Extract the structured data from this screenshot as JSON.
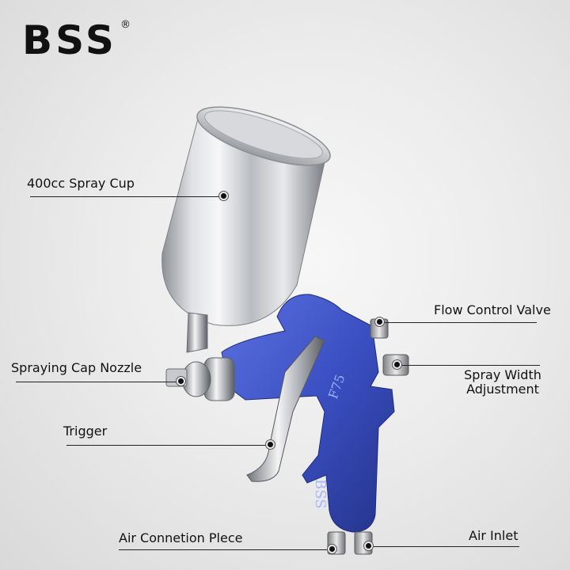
{
  "brand": {
    "name": "BSS",
    "registered": "®"
  },
  "product": {
    "model_mark": "F75",
    "handle_mark": "BSS"
  },
  "callouts": {
    "spray_cup": "400cc Spray Cup",
    "flow_control_valve": "Flow Control Valve",
    "spraying_cap_nozzle": "Spraying Cap Nozzle",
    "spray_width_line1": "Spray Width",
    "spray_width_line2": "Adjustment",
    "trigger": "Trigger",
    "air_connection_piece": "Air Connetion Plece",
    "air_inlet": "Air Inlet"
  },
  "colors": {
    "body_blue": "#3a4fc2",
    "cup_silver": "#c9cbd0",
    "text": "#111111",
    "background": "#e6e6e6"
  }
}
